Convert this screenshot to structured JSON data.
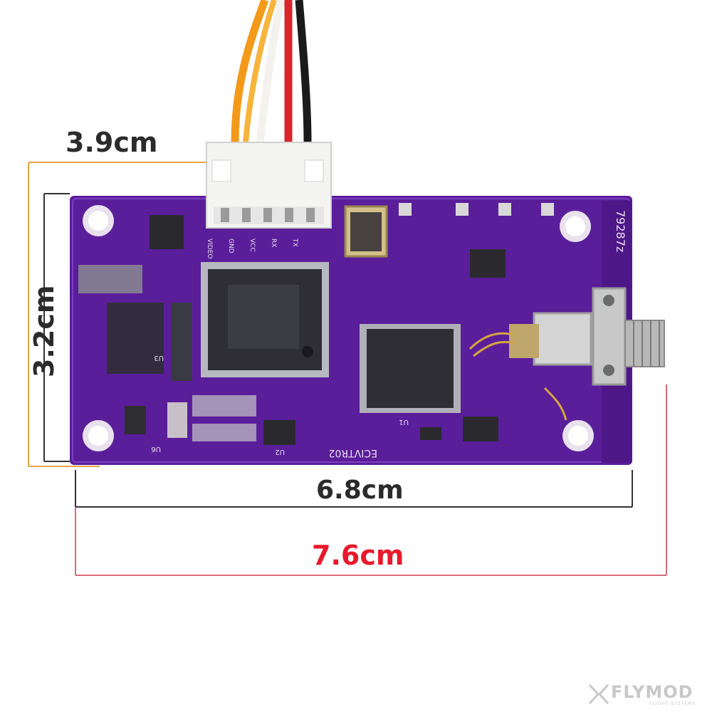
{
  "dimensions": {
    "width_label": "3.9cm",
    "height_label": "3.2cm",
    "board_length_label": "6.8cm",
    "total_length_label": "7.6cm",
    "total_length_color": "#e8192c",
    "width_line_color": "#e8a640",
    "length_line_color": "#333333",
    "total_line_color": "#d86a7a"
  },
  "board": {
    "pcb_color": "#5a1e9a",
    "silkscreen_color": "#e8e0f0",
    "silkscreen_labels": {
      "board_id": "ECIVTR02",
      "side_code": "79287z",
      "connector_pins": [
        "VIDEO",
        "GND",
        "VCC",
        "RX",
        "TX"
      ],
      "chip_u1": "U1",
      "chip_u3": "U3",
      "chip_u6": "U6",
      "chip_u2": "U2"
    },
    "cable_colors": [
      "#f39a1a",
      "#f0f0f0",
      "#d8262b",
      "#1a1a1a"
    ]
  },
  "watermark": {
    "brand": "FLYMOD",
    "tagline": "FLIGHT SYSTEMS",
    "logo_icon": "x-wing-icon"
  }
}
